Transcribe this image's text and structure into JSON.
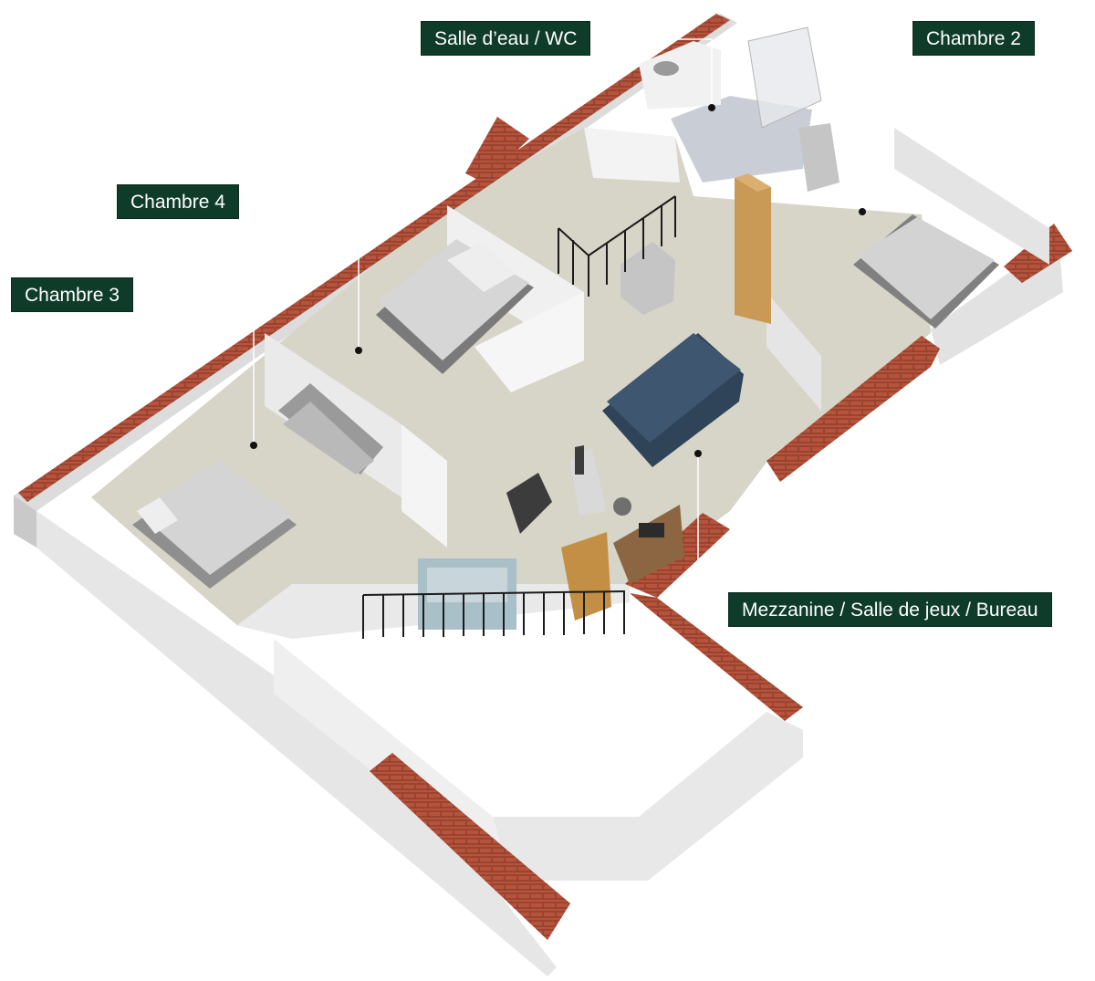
{
  "rooms": {
    "salle_eau_wc": "Salle d’eau / WC",
    "chambre_2": "Chambre 2",
    "chambre_4": "Chambre 4",
    "chambre_3": "Chambre 3",
    "mezzanine": "Mezzanine / Salle de jeux / Bureau"
  },
  "colors": {
    "label_bg": "#0f3b2b",
    "label_text": "#ffffff",
    "floor": "#d7d4c8",
    "wall": "#f2f2f2",
    "wall_shade": "#dcdcdc",
    "roof_tile": "#b5533c",
    "sofa": "#3f5670"
  }
}
